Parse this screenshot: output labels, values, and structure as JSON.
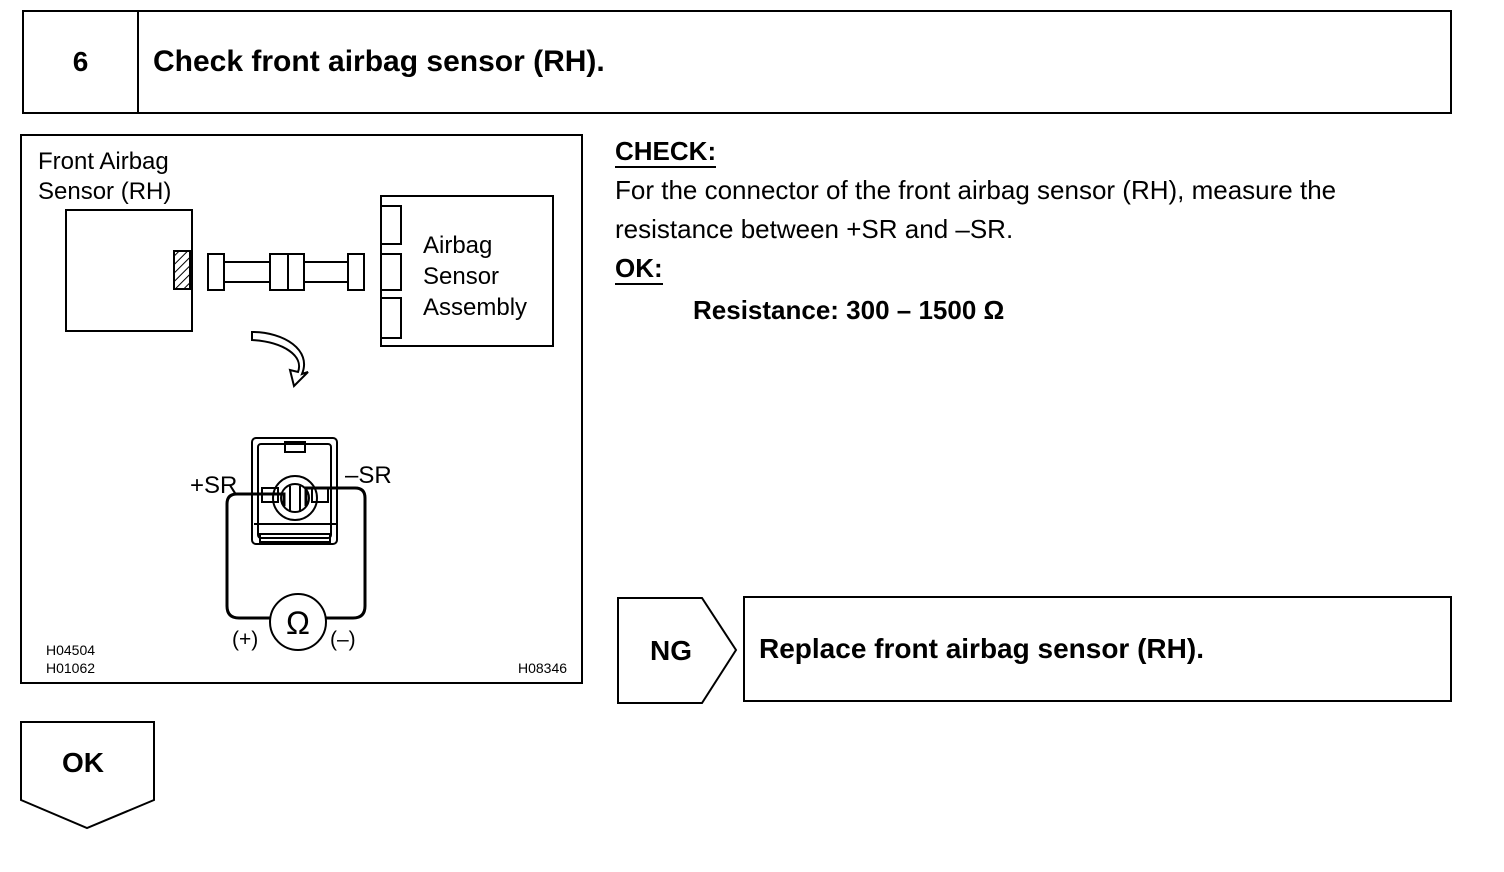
{
  "step": {
    "number": "6",
    "title": "Check front airbag sensor (RH)."
  },
  "illustration": {
    "sensor_label_line1": "Front Airbag",
    "sensor_label_line2": "Sensor (RH)",
    "assembly_label_line1": "Airbag",
    "assembly_label_line2": "Sensor",
    "assembly_label_line3": "Assembly",
    "plus_terminal": "+SR",
    "minus_terminal": "–SR",
    "ohm_symbol": "Ω",
    "probe_plus": "(+)",
    "probe_minus": "(–)",
    "ref_code_1": "H04504",
    "ref_code_2": "H01062",
    "ref_code_3": "H08346"
  },
  "instructions": {
    "check_heading": "CHECK:",
    "check_text_line1": "For the connector of the front airbag sensor (RH), measure the",
    "check_text_line2": "resistance between +SR and –SR.",
    "ok_heading": "OK:",
    "ok_spec": "Resistance: 300 – 1500 Ω"
  },
  "ng_branch": {
    "label": "NG",
    "action": "Replace front airbag sensor (RH)."
  },
  "ok_branch": {
    "label": "OK"
  }
}
